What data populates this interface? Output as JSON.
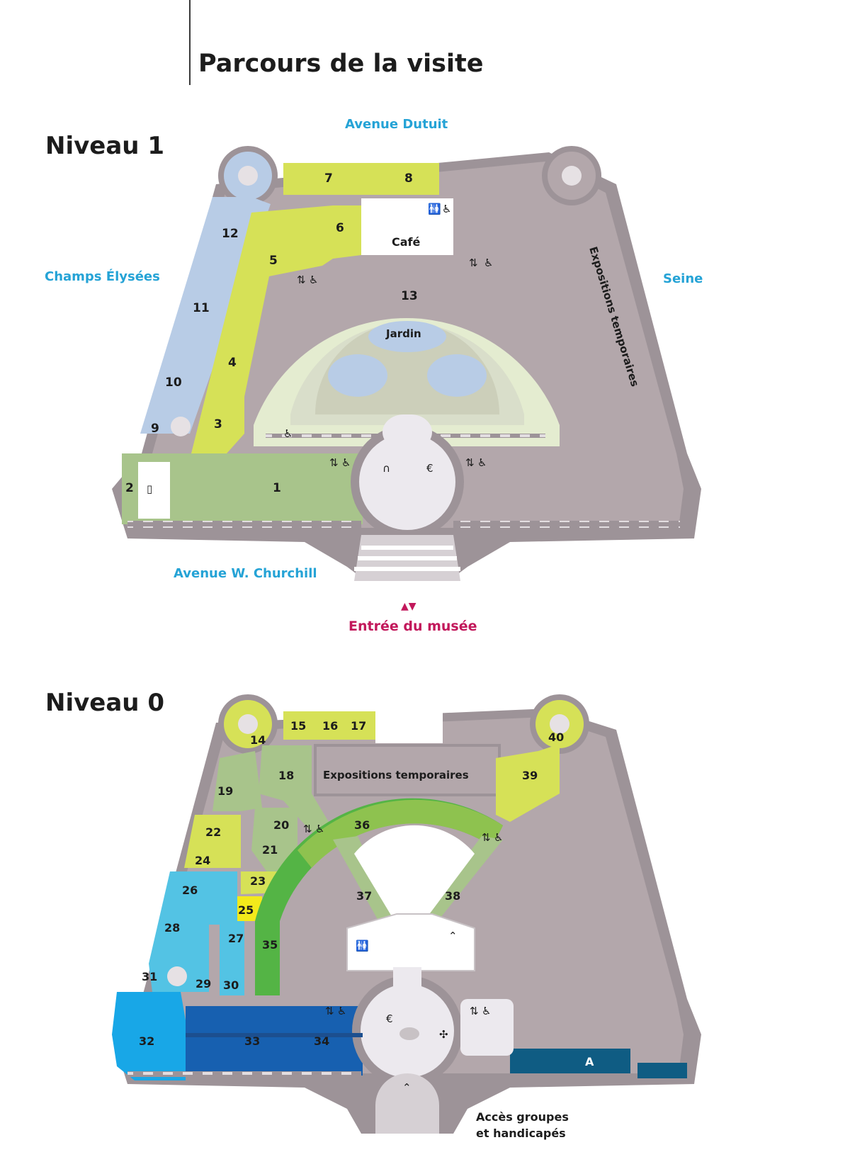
{
  "title": "Parcours de la visite",
  "niveau1": {
    "label": "Niveau 1",
    "streets": {
      "north": "Avenue Dutuit",
      "west": "Champs Élysées",
      "east": "Seine",
      "south": "Avenue W. Churchill"
    },
    "entrance": "Entrée du musée",
    "rooms": [
      {
        "id": "1"
      },
      {
        "id": "2"
      },
      {
        "id": "3"
      },
      {
        "id": "4"
      },
      {
        "id": "5"
      },
      {
        "id": "6"
      },
      {
        "id": "7"
      },
      {
        "id": "8"
      },
      {
        "id": "9"
      },
      {
        "id": "10"
      },
      {
        "id": "11"
      },
      {
        "id": "12"
      },
      {
        "id": "13"
      }
    ],
    "labels": {
      "cafe": "Café",
      "jardin": "Jardin",
      "expositions": "Expositions temporaires"
    }
  },
  "niveau0": {
    "label": "Niveau 0",
    "rooms": [
      "14",
      "15",
      "16",
      "17",
      "18",
      "19",
      "20",
      "21",
      "22",
      "23",
      "24",
      "25",
      "26",
      "27",
      "28",
      "29",
      "30",
      "31",
      "32",
      "33",
      "34",
      "35",
      "36",
      "37",
      "38",
      "39",
      "40",
      "A"
    ],
    "labels": {
      "expositions": "Expositions temporaires"
    },
    "group_access": [
      "Accès groupes",
      "et handicapés"
    ]
  },
  "colors": {
    "building": "#b3a7ab",
    "outer": "#9d9398",
    "circulation": "#ece9ee",
    "route_blue_light": "#b8cce6",
    "route_lime": "#d6e157",
    "route_green": "#a8c48b",
    "garden": "#e4ecd0",
    "street": "#25a3d6",
    "entrance": "#c2185b",
    "cyan": "#53c3e4",
    "yellow": "#f3ea1b",
    "blue_bright": "#18a7e7",
    "blue_dark": "#1760b0",
    "petrol": "#0f5c83",
    "green_mid": "#8ec24f",
    "green_dark": "#54b445"
  },
  "icons": [
    "elevator-icon",
    "wheelchair-icon",
    "toilet-icon",
    "book-icon",
    "headphones-icon",
    "ticket-icon",
    "cloakroom-icon",
    "info-icon"
  ]
}
